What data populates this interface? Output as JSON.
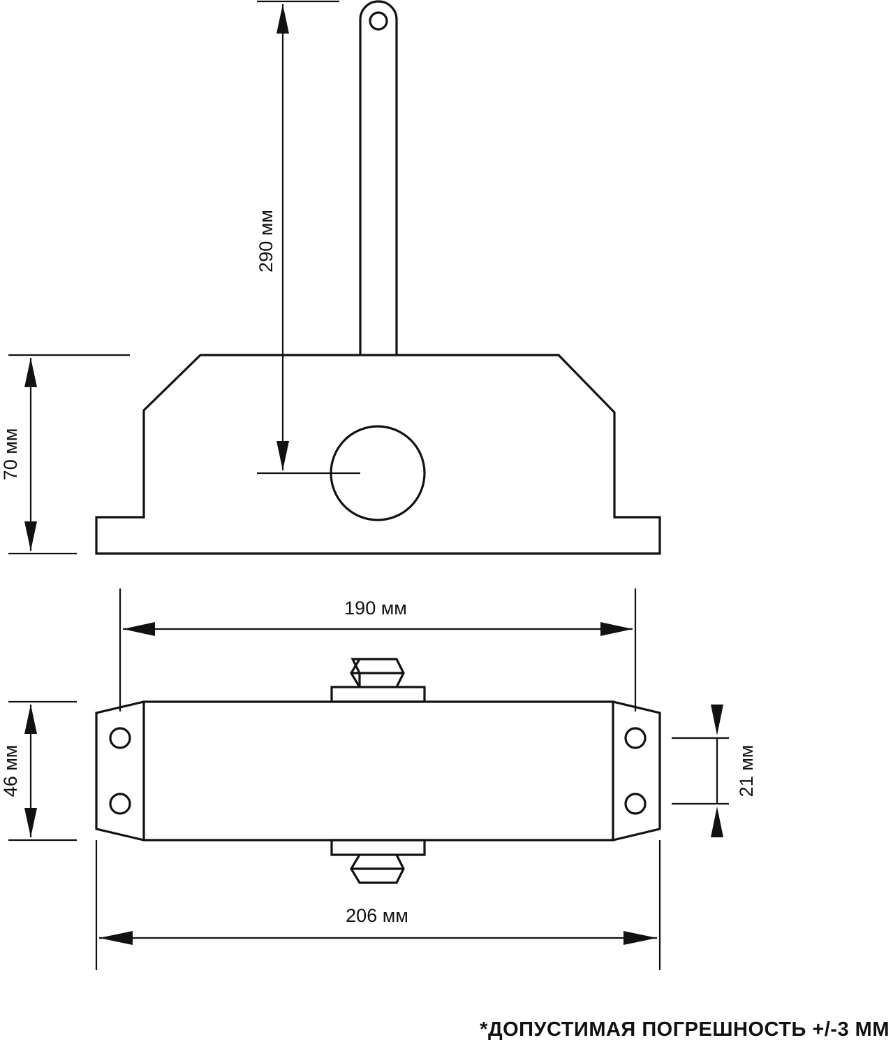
{
  "dimensions": {
    "arm_length": "290 мм",
    "body_height": "70 мм",
    "mount_spacing": "190 мм",
    "body_depth": "46 мм",
    "hole_spacing": "21 мм",
    "overall_length": "206 мм"
  },
  "note": "*ДОПУСТИМАЯ ПОГРЕШНОСТЬ +/-3 ММ"
}
